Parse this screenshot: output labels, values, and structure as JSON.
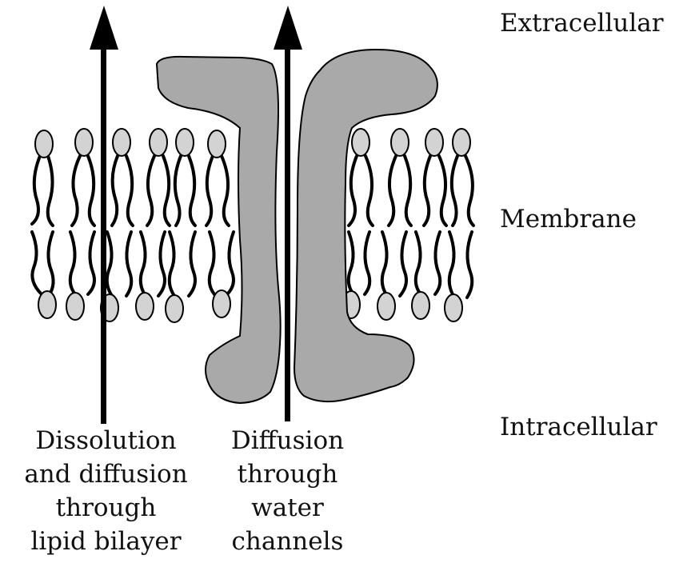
{
  "labels": {
    "extracellular": "Extracellular",
    "membrane": "Membrane",
    "intracellular": "Intracellular"
  },
  "captions": {
    "lipid": {
      "line1": "Dissolution",
      "line2": "and diffusion",
      "line3": "through",
      "line4": "lipid bilayer"
    },
    "channel": {
      "line1": "Diffusion",
      "line2": "through",
      "line3": "water",
      "line4": "channels"
    }
  },
  "colors": {
    "protein_fill": "#a9a9a9",
    "head_fill": "#d3d3d3",
    "outline": "#000000",
    "arrow": "#000000"
  }
}
